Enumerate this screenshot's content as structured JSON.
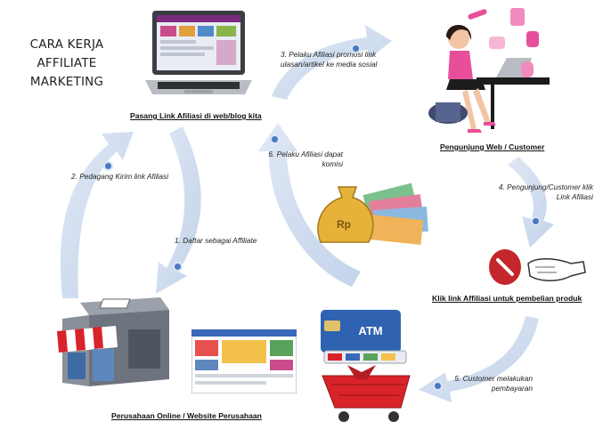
{
  "title": {
    "line1": "CARA KERJA",
    "line2": "AFFILIATE MARKETING"
  },
  "nodes": {
    "laptop": "Pasang Link Afiliasi di web/blog kita",
    "customer": "Pengunjung Web / Customer",
    "click": "Klik link Affiliasi untuk pembelian produk",
    "company": "Perusahaan Online / Website Perusahaan"
  },
  "steps": {
    "s1": "1. Daftar sebagai Affiliate",
    "s2": "2. Pedagang Kirim link Afiliasi",
    "s3_line1": "3. Pelaku Afiliasi promosi  link",
    "s3_line2": "ulasan/artikel ke media sosial",
    "s4_line1": "4. Pengunjung/Customer klik",
    "s4_line2": "Link Afiliasi",
    "s5_line1": "5. Customer melakukan",
    "s5_line2": "pembayaran",
    "s6_line1": "6. Pelaku Afiliasi dapat",
    "s6_line2": "komisi"
  },
  "embedded_text": {
    "money_bag": "Rp",
    "atm_card": "ATM"
  },
  "colors": {
    "arrow": "#cfdbee",
    "dot": "#4a78c2",
    "awning_red": "#d8232a",
    "pink": "#e84f9a"
  }
}
